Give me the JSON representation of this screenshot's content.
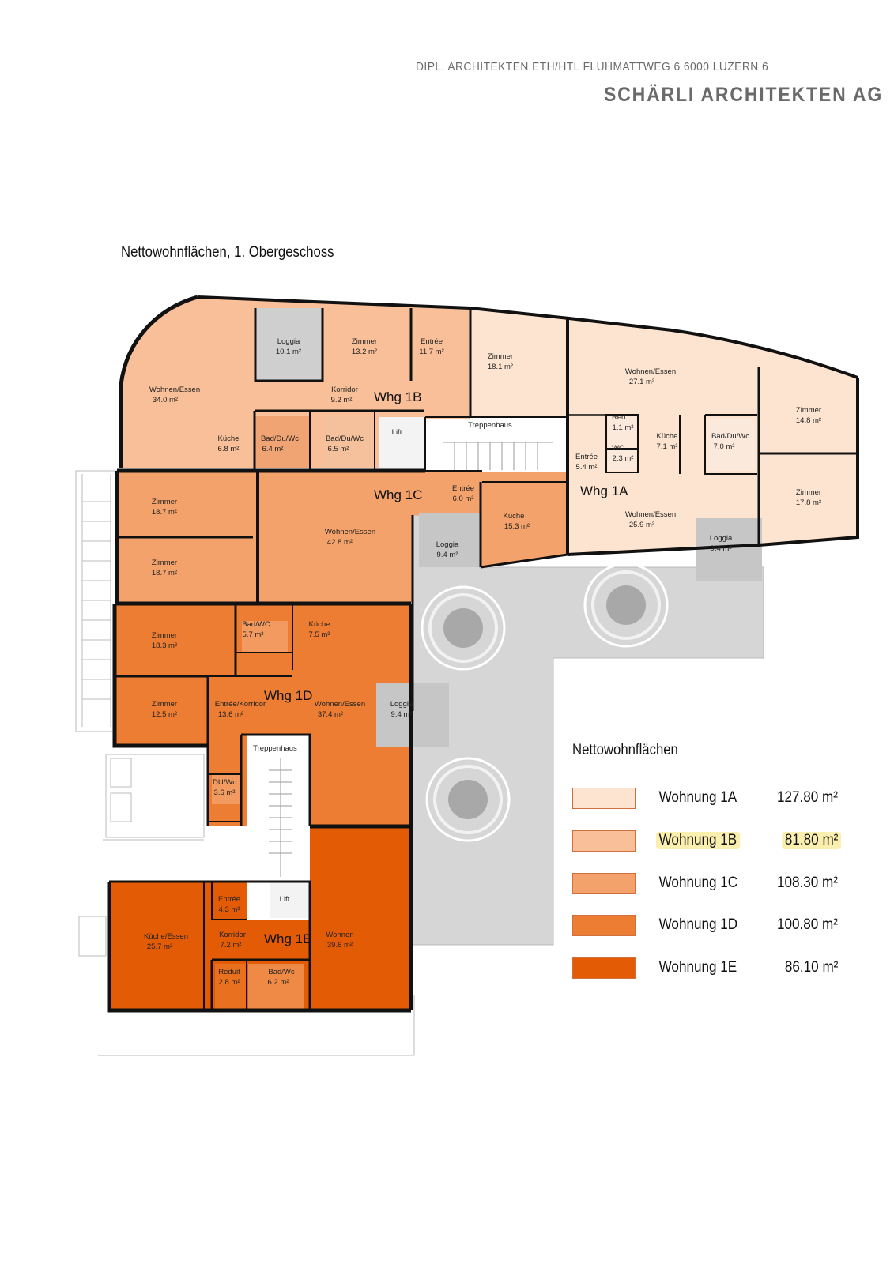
{
  "header": {
    "line1": "DIPL. ARCHITEKTEN ETH/HTL  FLUHMATTWEG 6  6000 LUZERN 6",
    "line2": "SCHÄRLI ARCHITEKTEN AG"
  },
  "plan_title": "Nettowohnflächen, 1. Obergeschoss",
  "colors": {
    "1A": "#fde4d1",
    "1B": "#f8bf98",
    "1C": "#f3a26b",
    "1D": "#ec7d33",
    "1E": "#e35c05",
    "terrace": "#d6d6d6",
    "wall": "#111111",
    "highlight": "#fbefb0"
  },
  "units": {
    "1A": "Whg 1A",
    "1B": "Whg 1B",
    "1C": "Whg 1C",
    "1D": "Whg 1D",
    "1E": "Whg 1E"
  },
  "rooms": {
    "b_loggia": {
      "name": "Loggia",
      "area": "10.1 m²"
    },
    "b_zimmer": {
      "name": "Zimmer",
      "area": "13.2 m²"
    },
    "b_entree": {
      "name": "Entrée",
      "area": "11.7 m²"
    },
    "b_wohnen": {
      "name": "Wohnen/Essen",
      "area": "34.0 m²"
    },
    "b_korridor": {
      "name": "Korridor",
      "area": "9.2 m²"
    },
    "b_kueche": {
      "name": "Küche",
      "area": "6.8 m²"
    },
    "b_bad1": {
      "name": "Bad/Du/Wc",
      "area": "6.4 m²"
    },
    "b_bad2": {
      "name": "Bad/Du/Wc",
      "area": "6.5 m²"
    },
    "lift1": {
      "name": "Lift"
    },
    "treppe1": {
      "name": "Treppenhaus"
    },
    "a_zimmer1": {
      "name": "Zimmer",
      "area": "18.1 m²"
    },
    "a_wohnen1": {
      "name": "Wohnen/Essen",
      "area": "27.1 m²"
    },
    "a_zimmer2": {
      "name": "Zimmer",
      "area": "14.8 m²"
    },
    "a_red": {
      "name": "Red.",
      "area": "1.1 m²"
    },
    "a_wc": {
      "name": "WC",
      "area": "2.3 m²"
    },
    "a_kueche": {
      "name": "Küche",
      "area": "7.1 m²"
    },
    "a_bad": {
      "name": "Bad/Du/Wc",
      "area": "7.0 m²"
    },
    "a_entree": {
      "name": "Entrée",
      "area": "5.4 m²"
    },
    "a_zimmer3": {
      "name": "Zimmer",
      "area": "17.8 m²"
    },
    "a_wohnen2": {
      "name": "Wohnen/Essen",
      "area": "25.9 m²"
    },
    "a_loggia": {
      "name": "Loggia",
      "area": "9.4 m²"
    },
    "c_zimmer1": {
      "name": "Zimmer",
      "area": "18.7 m²"
    },
    "c_zimmer2": {
      "name": "Zimmer",
      "area": "18.7 m²"
    },
    "c_wohnen": {
      "name": "Wohnen/Essen",
      "area": "42.8 m²"
    },
    "c_entree": {
      "name": "Entrée",
      "area": "6.0 m²"
    },
    "c_kueche": {
      "name": "Küche",
      "area": "15.3 m²"
    },
    "c_loggia": {
      "name": "Loggia",
      "area": "9.4 m²"
    },
    "d_zimmer1": {
      "name": "Zimmer",
      "area": "18.3 m²"
    },
    "d_bad": {
      "name": "Bad/WC",
      "area": "5.7 m²"
    },
    "d_kueche": {
      "name": "Küche",
      "area": "7.5 m²"
    },
    "d_zimmer2": {
      "name": "Zimmer",
      "area": "12.5 m²"
    },
    "d_entree": {
      "name": "Entrée/Korridor",
      "area": "13.6 m²"
    },
    "d_wohnen": {
      "name": "Wohnen/Essen",
      "area": "37.4 m²"
    },
    "d_loggia": {
      "name": "Loggia",
      "area": "9.4 m²"
    },
    "d_du": {
      "name": "DU/Wc",
      "area": "3.6 m²"
    },
    "treppe2": {
      "name": "Treppenhaus"
    },
    "e_entree": {
      "name": "Entrée",
      "area": "4.3 m²"
    },
    "lift2": {
      "name": "Lift"
    },
    "e_kueche": {
      "name": "Küche/Essen",
      "area": "25.7 m²"
    },
    "e_korridor": {
      "name": "Korridor",
      "area": "7.2 m²"
    },
    "e_wohnen": {
      "name": "Wohnen",
      "area": "39.6 m²"
    },
    "e_reduit": {
      "name": "Reduit",
      "area": "2.8 m²"
    },
    "e_bad": {
      "name": "Bad/Wc",
      "area": "6.2 m²"
    }
  },
  "legend": {
    "title": "Nettowohnflächen",
    "items": [
      {
        "name": "Wohnung 1A",
        "area": "127.80 m²",
        "color": "#fde4d1"
      },
      {
        "name": "Wohnung 1B",
        "area": "81.80 m²",
        "color": "#f8bf98",
        "highlighted": true
      },
      {
        "name": "Wohnung 1C",
        "area": "108.30 m²",
        "color": "#f3a26b"
      },
      {
        "name": "Wohnung 1D",
        "area": "100.80 m²",
        "color": "#ec7d33"
      },
      {
        "name": "Wohnung 1E",
        "area": "86.10 m²",
        "color": "#e35c05"
      }
    ]
  }
}
